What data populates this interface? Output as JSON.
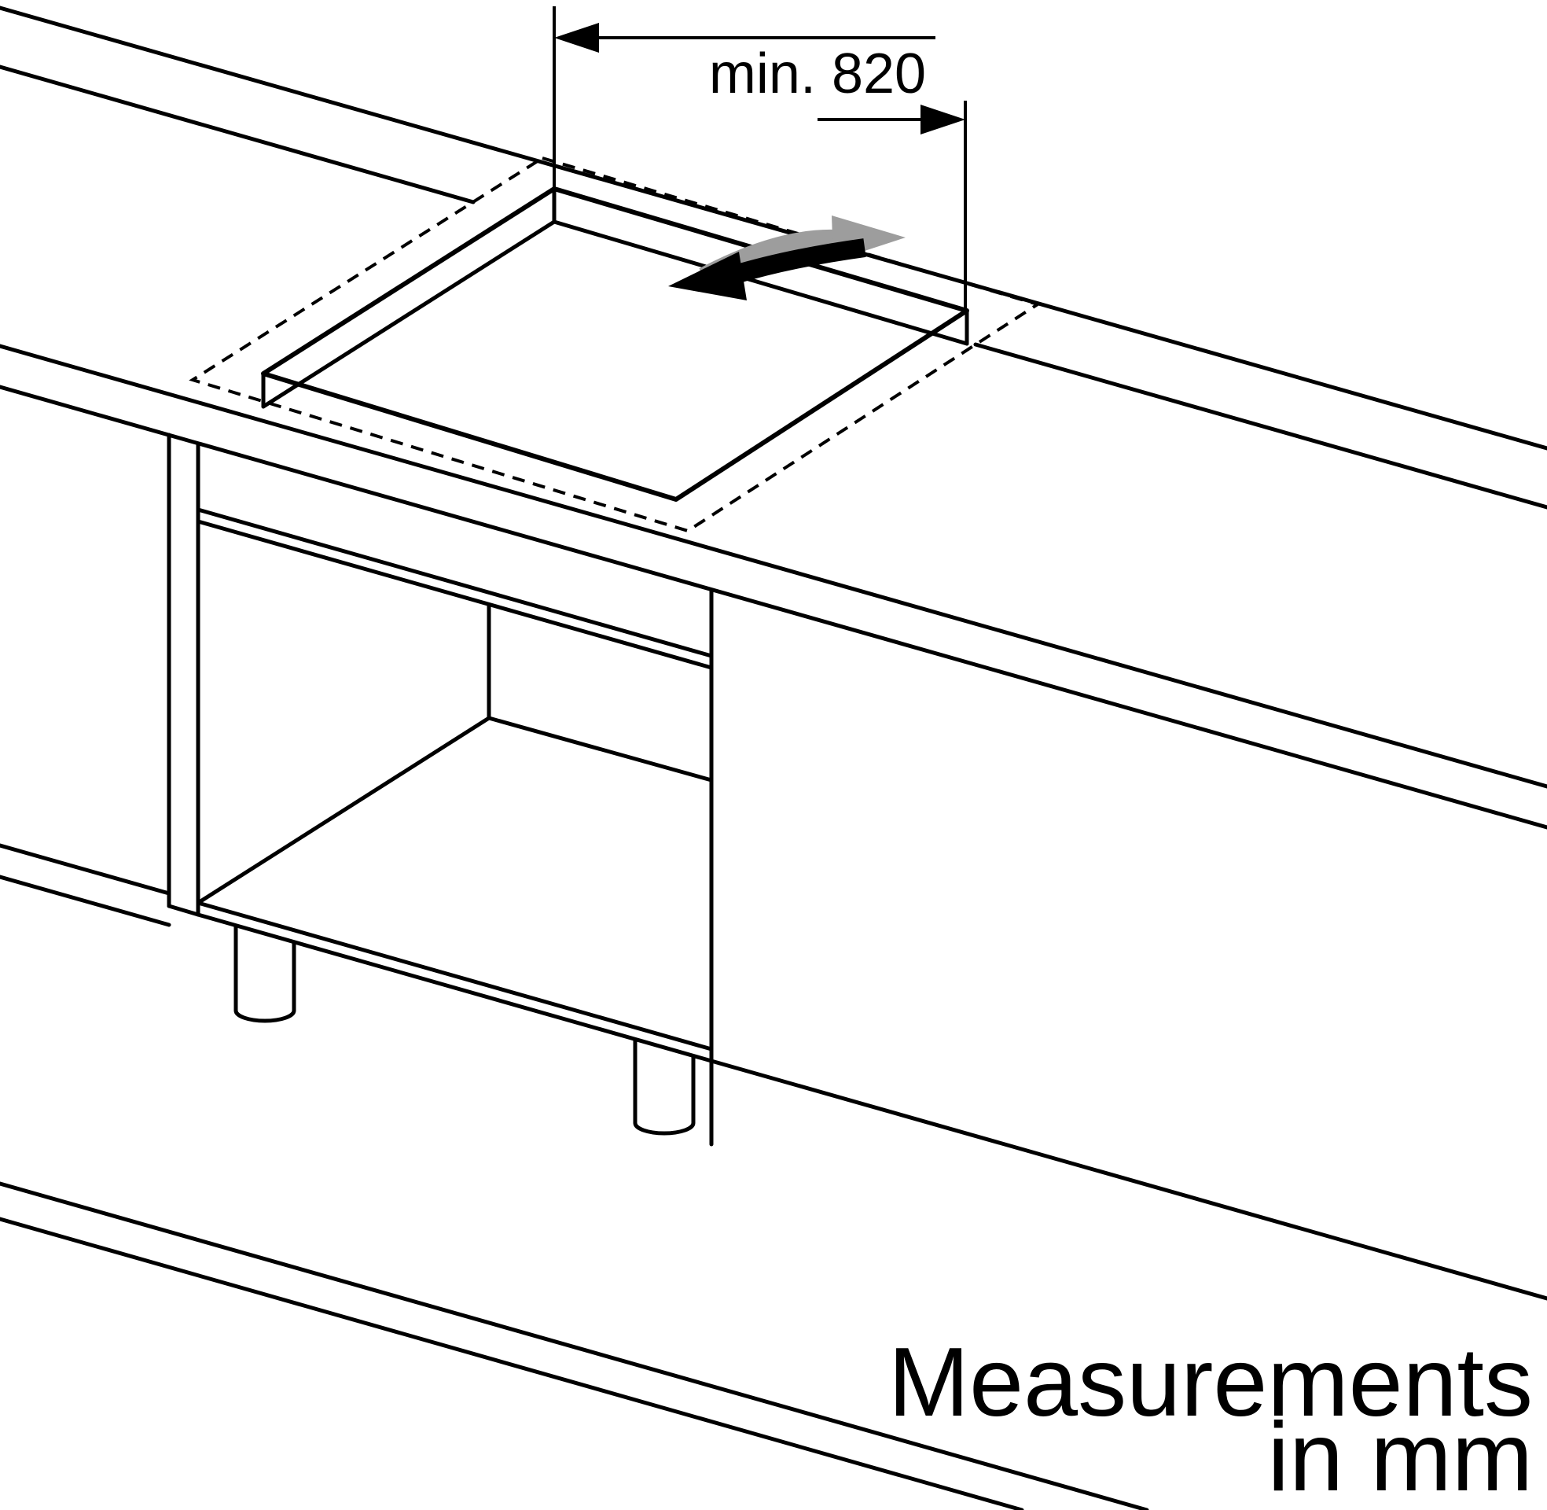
{
  "diagram": {
    "type": "appliance-installation-drawing",
    "dimension": {
      "label": "min. 820"
    },
    "note": {
      "line1": "Measurements",
      "line2": "in mm"
    },
    "colors": {
      "line": "#000000",
      "slide_arrow_gray": "#9d9d9d",
      "background": "#ffffff"
    }
  }
}
